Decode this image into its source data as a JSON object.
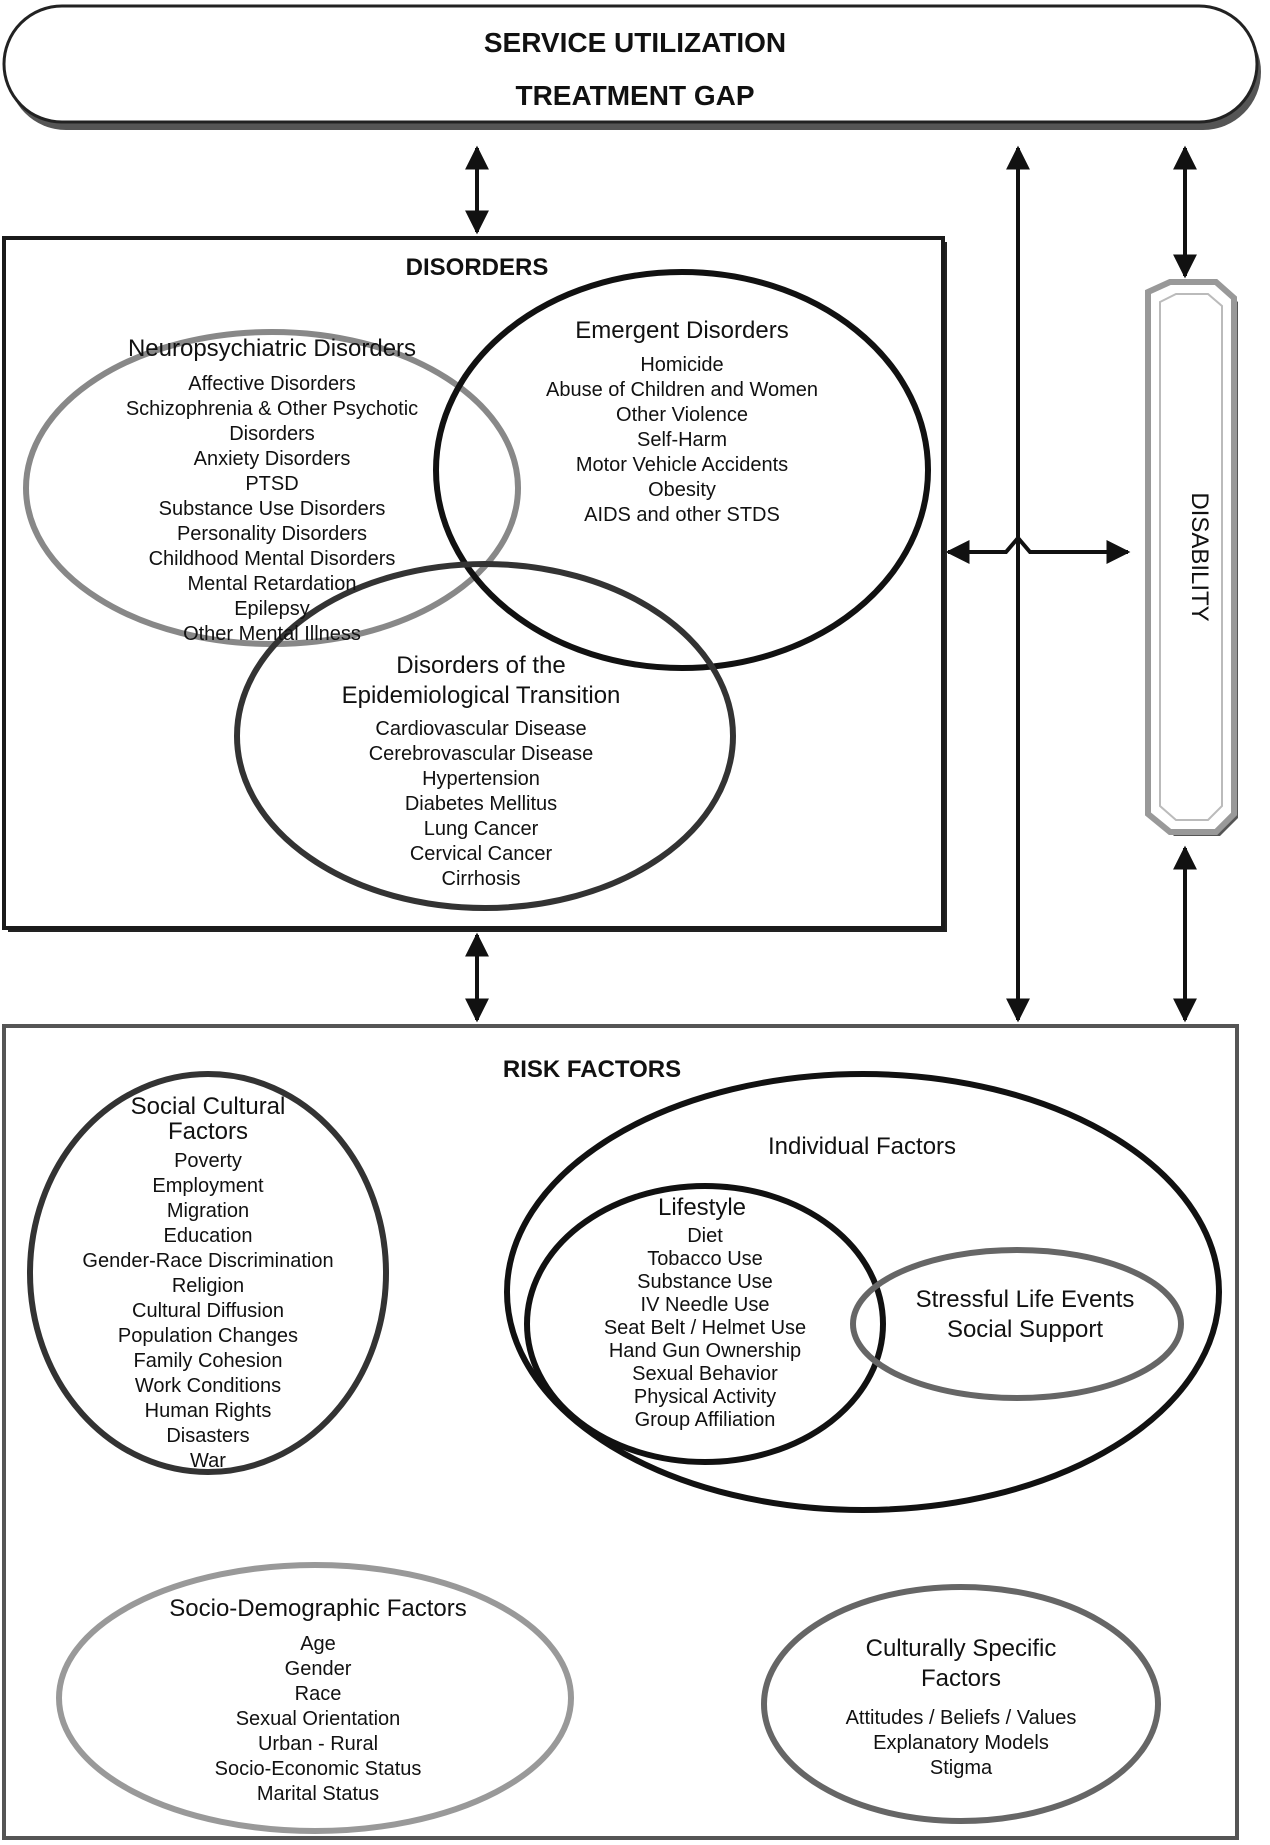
{
  "top_box": {
    "line1": "SERVICE UTILIZATION",
    "line2": "TREATMENT GAP"
  },
  "disorders": {
    "heading": "DISORDERS",
    "neuropsychiatric": {
      "title": "Neuropsychiatric Disorders",
      "items": [
        "Affective Disorders",
        "Schizophrenia & Other Psychotic",
        "Disorders",
        "Anxiety Disorders",
        "PTSD",
        "Substance Use Disorders",
        "Personality Disorders",
        "Childhood Mental Disorders",
        "Mental Retardation",
        "Epilepsy",
        "Other Mental Illness"
      ]
    },
    "emergent": {
      "title": "Emergent Disorders",
      "items": [
        "Homicide",
        "Abuse of Children and Women",
        "Other Violence",
        "Self-Harm",
        "Motor Vehicle Accidents",
        "Obesity",
        "AIDS and other STDS"
      ]
    },
    "epidemiological": {
      "title_line1": "Disorders of the",
      "title_line2": "Epidemiological Transition",
      "items": [
        "Cardiovascular Disease",
        "Cerebrovascular Disease",
        "Hypertension",
        "Diabetes Mellitus",
        "Lung Cancer",
        "Cervical Cancer",
        "Cirrhosis"
      ]
    }
  },
  "disability": {
    "label": "DISABILITY"
  },
  "risk_factors": {
    "heading": "RISK FACTORS",
    "social_cultural": {
      "title_line1": "Social Cultural",
      "title_line2": "Factors",
      "items": [
        "Poverty",
        "Employment",
        "Migration",
        "Education",
        "Gender-Race Discrimination",
        "Religion",
        "Cultural Diffusion",
        "Population Changes",
        "Family Cohesion",
        "Work Conditions",
        "Human Rights",
        "Disasters",
        "War"
      ]
    },
    "individual": {
      "title": "Individual Factors",
      "lifestyle": {
        "title": "Lifestyle",
        "items": [
          "Diet",
          "Tobacco Use",
          "Substance Use",
          "IV Needle Use",
          "Seat Belt / Helmet Use",
          "Hand Gun Ownership",
          "Sexual Behavior",
          "Physical Activity",
          "Group Affiliation"
        ]
      },
      "stressful": {
        "line1": "Stressful Life Events",
        "line2": "Social Support"
      }
    },
    "socio_demographic": {
      "title": "Socio-Demographic Factors",
      "items": [
        "Age",
        "Gender",
        "Race",
        "Sexual Orientation",
        "Urban - Rural",
        "Socio-Economic Status",
        "Marital Status"
      ]
    },
    "culturally_specific": {
      "title_line1": "Culturally Specific",
      "title_line2": "Factors",
      "items": [
        "Attitudes / Beliefs / Values",
        "Explanatory Models",
        "Stigma"
      ]
    }
  }
}
